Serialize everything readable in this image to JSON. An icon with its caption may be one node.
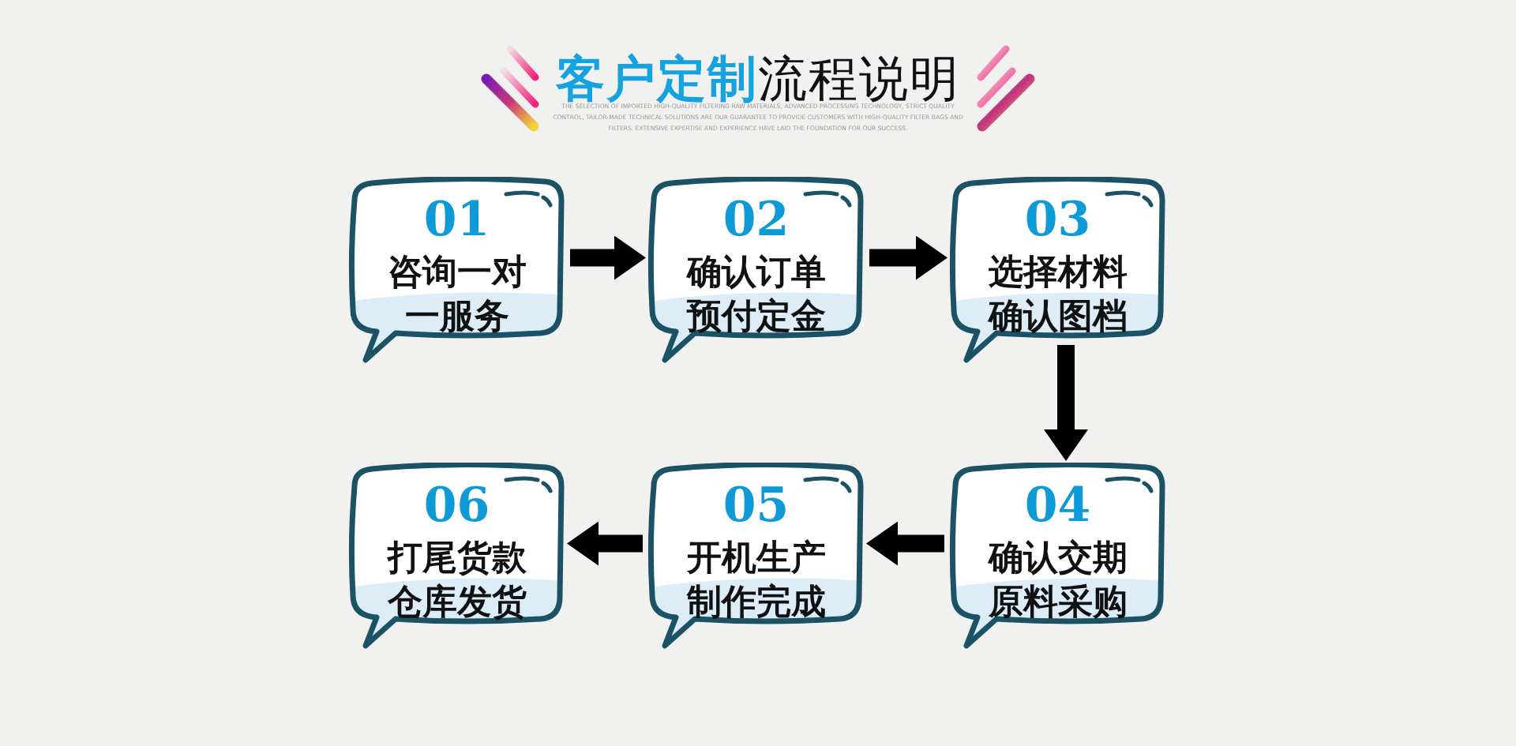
{
  "diagram": {
    "title": "客户定制流程说明",
    "caption": "THE SELECTION OF IMPORTED HIGH-QUALITY FILTERING RAW MATERIALS, ADVANCED PROCESSING TECHNOLOGY, STRICT QUALITY CONTROL, TAILOR-MADE TECHNICAL SOLUTIONS ARE OUR GUARANTEE TO PROVIDE CUSTOMERS WITH HIGH-QUALITY FILTER BAGS AND FILTERS.  EXTENSIVE EXPERTISE AND EXPERIENCE HAVE LAID THE FOUNDATION FOR OUR SUCCESS.",
    "nodes": [
      {
        "text": [
          "01",
          "咨询一对一服务"
        ]
      },
      {
        "text": [
          "02",
          "确认订单预付定金"
        ]
      },
      {
        "text": [
          "03",
          "选择材料确认图档"
        ]
      },
      {
        "text": [
          "04",
          "确认交期原料采购"
        ]
      },
      {
        "text": [
          "05",
          "开机生产制作完成"
        ]
      },
      {
        "text": [
          "06",
          "打尾货款仓库发货"
        ]
      }
    ],
    "edges": [
      {
        "from": 0,
        "to": 1,
        "arrow": "to"
      },
      {
        "from": 1,
        "to": 2,
        "arrow": "to"
      },
      {
        "from": 2,
        "to": 3,
        "arrow": "to"
      },
      {
        "from": 3,
        "to": 4,
        "arrow": "to"
      },
      {
        "from": 4,
        "to": 5,
        "arrow": "to"
      }
    ]
  }
}
